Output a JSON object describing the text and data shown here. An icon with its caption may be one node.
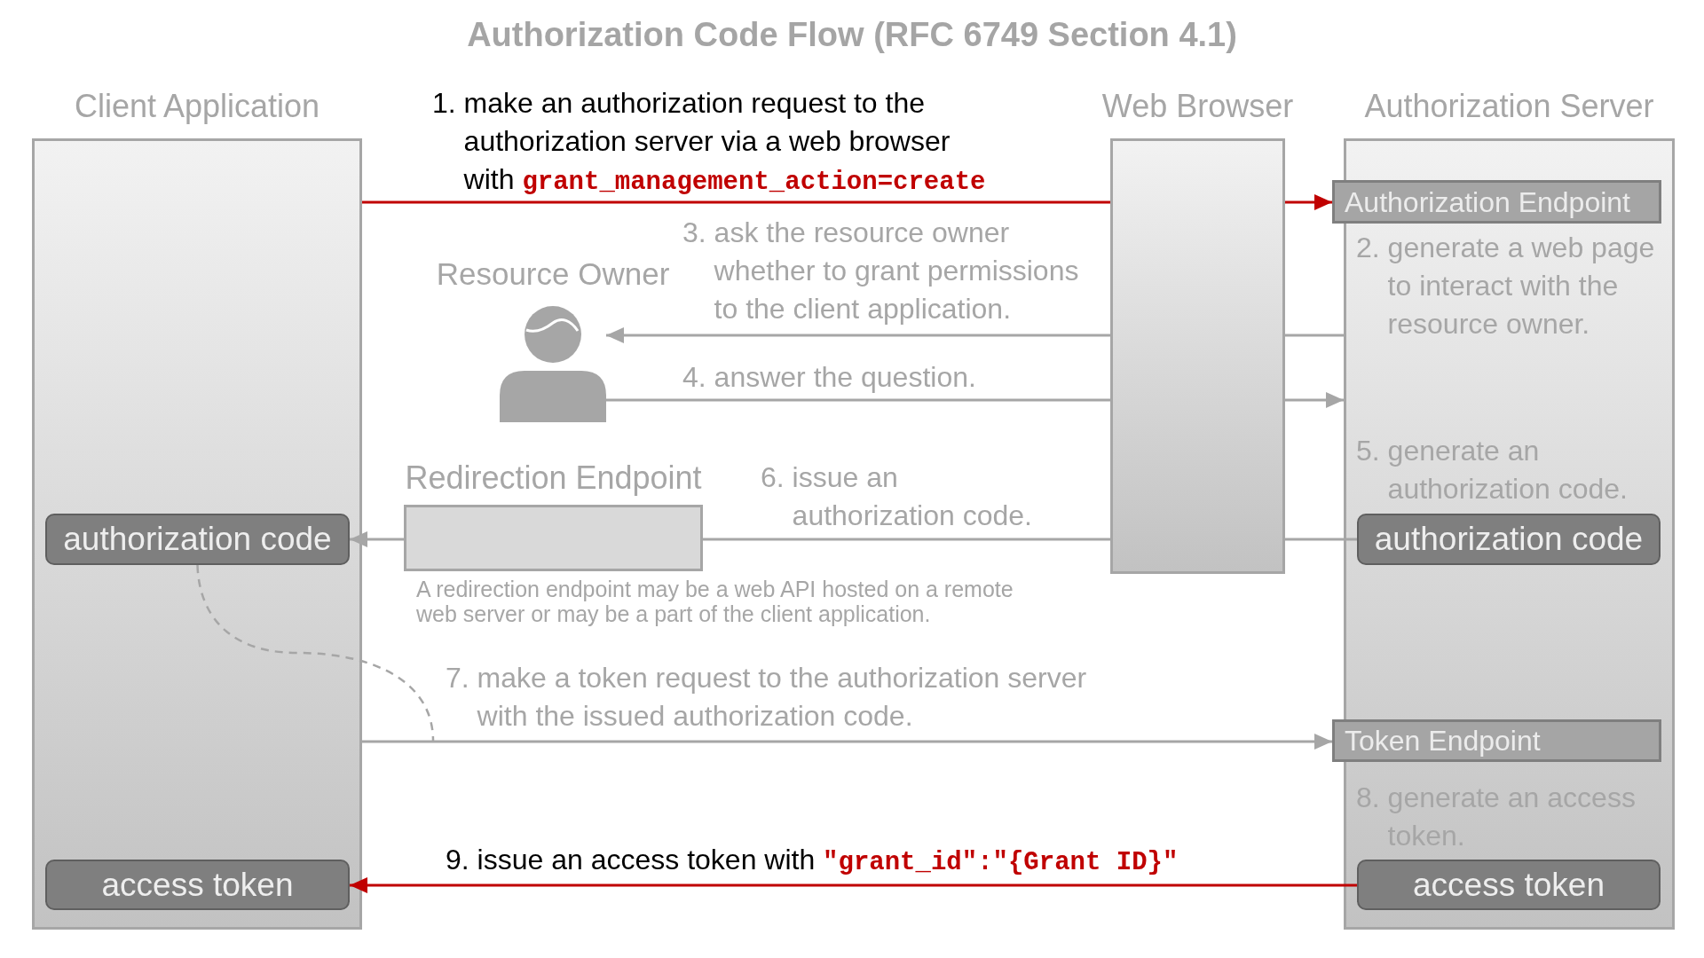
{
  "diagram": {
    "title": "Authorization Code Flow (RFC 6749 Section 4.1)",
    "nodes": [
      {
        "text": [
          "Client Application"
        ]
      },
      {
        "text": [
          "authorization code"
        ],
        "in": 0
      },
      {
        "text": [
          "access token"
        ],
        "in": 0
      },
      {
        "text": [],
        "shape": "person",
        "beside": [
          "Resource Owner"
        ]
      },
      {
        "text": [
          "Redirection Endpoint"
        ],
        "beside": [
          "A redirection endpoint may be a web API hosted on a remote web server or may be a part of the client application."
        ]
      },
      {
        "text": [
          "Web Browser"
        ]
      },
      {
        "text": [
          "Authorization Server",
          "2. generate a web page to interact with the resource owner.",
          "5. generate an authorization code.",
          "8. generate an access token."
        ]
      },
      {
        "text": [
          "Authorization Endpoint"
        ],
        "in": 6
      },
      {
        "text": [
          "authorization code"
        ],
        "in": 6
      },
      {
        "text": [
          "Token Endpoint"
        ],
        "in": 6
      },
      {
        "text": [
          "access token"
        ],
        "in": 6
      }
    ],
    "edges": [
      {
        "from": 0,
        "to": 5,
        "arrow": "none",
        "label": "1. make an authorization request to the authorization server via a web browser with **grant_management_action=create**",
        "color": "#c00000"
      },
      {
        "from": 5,
        "to": 7,
        "arrow": "to",
        "color": "#c00000"
      },
      {
        "from": 6,
        "to": 5,
        "arrow": "none"
      },
      {
        "from": 5,
        "to": 3,
        "arrow": "to",
        "label": "3. ask the resource owner whether to grant permissions to the client application."
      },
      {
        "from": 3,
        "to": 5,
        "arrow": "none",
        "label": "4. answer the question."
      },
      {
        "from": 5,
        "to": 6,
        "arrow": "to"
      },
      {
        "from": 8,
        "to": 5,
        "arrow": "none"
      },
      {
        "from": 5,
        "to": 4,
        "arrow": "none",
        "label": "6. issue an authorization code."
      },
      {
        "from": 4,
        "to": 1,
        "arrow": "to"
      },
      {
        "from": 0,
        "to": 9,
        "arrow": "to",
        "label": "7. make a token request to the authorization server with the issued authorization code."
      },
      {
        "from": 1,
        "to": null,
        "arrow": "none",
        "style": "dashed"
      },
      {
        "from": 10,
        "to": 2,
        "arrow": "to",
        "label": "9. issue an access token with **\"grant_id\":\"{Grant ID}\"**",
        "color": "#c00000"
      }
    ]
  }
}
